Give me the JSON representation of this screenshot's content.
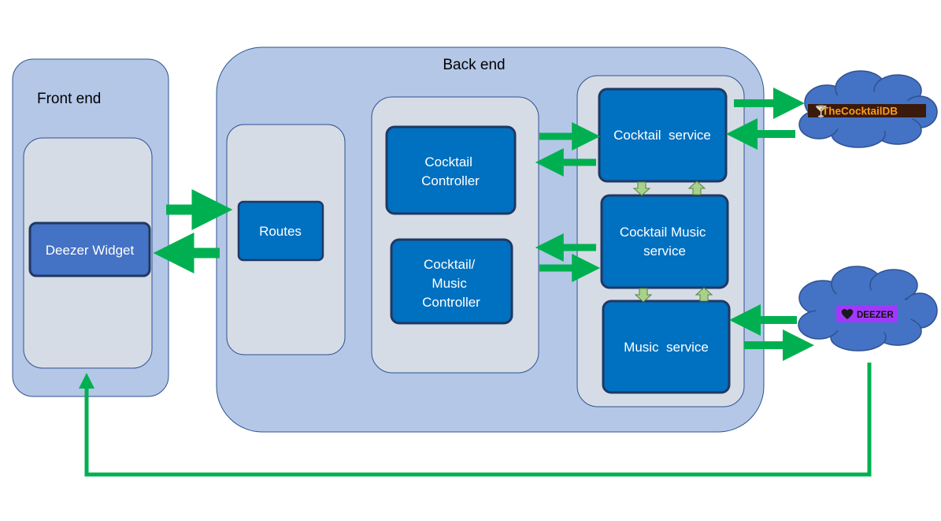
{
  "frontend": {
    "title": "Front end",
    "widget": "Deezer Widget"
  },
  "backend": {
    "title": "Back end",
    "routes": "Routes",
    "cocktail_controller": [
      "Cocktail",
      "Controller"
    ],
    "cocktail_music_controller": [
      "Cocktail/",
      "Music",
      "Controller"
    ],
    "cocktail_service": "Cocktail  service",
    "cocktail_music_service": [
      "Cocktail Music",
      "service"
    ],
    "music_service": "Music  service"
  },
  "external": {
    "cocktaildb_logo": "TheCocktailDB",
    "deezer_logo": "DEEZER"
  },
  "colors": {
    "outer_panel": "#b4c7e7",
    "inner_panel": "#d6dce5",
    "component": "#0070c0",
    "widget": "#4472c4",
    "cloud": "#4472c4",
    "arrow_green": "#00b050",
    "arrow_light": "#a9d18e",
    "deezer_purple": "#a238ff"
  },
  "icons": [
    "cocktail-glass-icon",
    "heart-icon"
  ]
}
